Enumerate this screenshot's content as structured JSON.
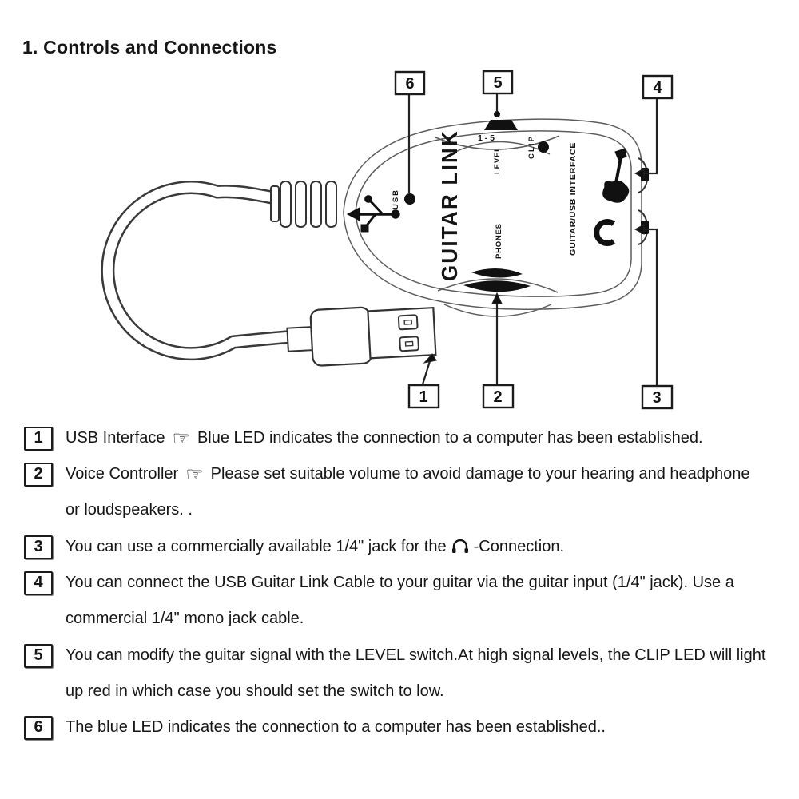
{
  "title": "1. Controls and Connections",
  "colors": {
    "ink": "#1a1a1a",
    "paper": "#ffffff"
  },
  "icons": {
    "pointing_hand": "☞",
    "headphones": "headphones-icon",
    "guitar": "electric-guitar-icon",
    "usb_trident": "usb-symbol-icon"
  },
  "diagram": {
    "device": {
      "brand": "GUITAR LINK",
      "usb_label": "USB",
      "level_range": "1 - 5",
      "level_label": "LEVEL",
      "clip_label": "CLIP",
      "phones_label": "PHONES",
      "interface_label": "GUITAR/USB INTERFACE"
    },
    "callouts": [
      "1",
      "2",
      "3",
      "4",
      "5",
      "6"
    ]
  },
  "items": [
    {
      "num": "1",
      "text": "USB Interface",
      "rest": "Blue LED indicates the connection to a computer has been established."
    },
    {
      "num": "2",
      "text": "Voice Controller",
      "rest": "Please set suitable volume to avoid damage to your hearing and headphone",
      "line2": "or loudspeakers. ."
    },
    {
      "num": "3",
      "text": "You can use a commercially available 1/4\" jack for the",
      "rest": "-Connection."
    },
    {
      "num": "4",
      "text": "You can connect the USB Guitar Link Cable to your guitar via the guitar input (1/4\" jack). Use a",
      "line2": "commercial 1/4\" mono jack cable."
    },
    {
      "num": "5",
      "text": "You can modify the guitar signal with the LEVEL switch.At high signal levels, the CLIP LED will light",
      "line2": "up red in which case you should set the switch to low."
    },
    {
      "num": "6",
      "text": "The blue LED indicates the connection to a computer has been established.."
    }
  ]
}
